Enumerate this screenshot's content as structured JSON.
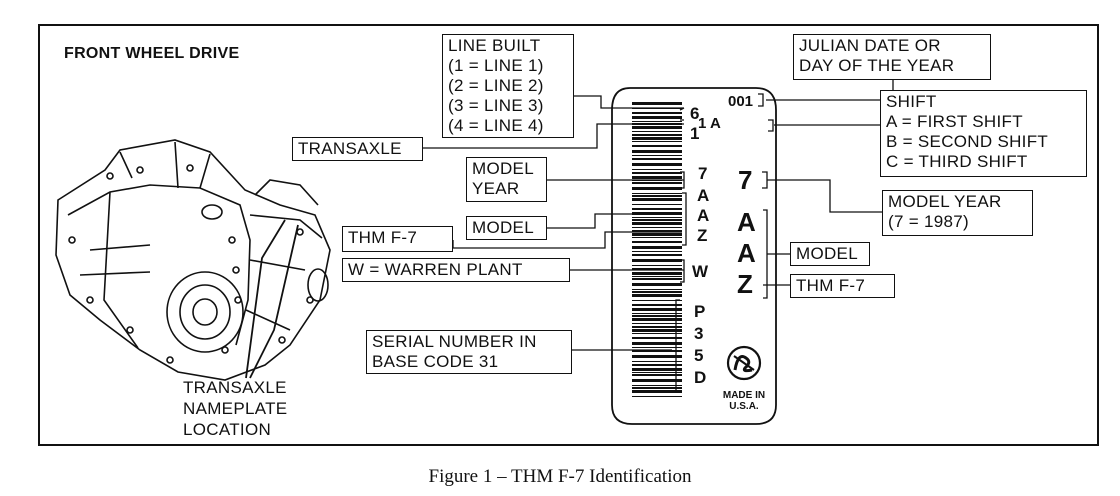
{
  "heading": "FRONT WHEEL DRIVE",
  "labels": {
    "line_built": [
      "LINE BUILT",
      "(1 = LINE 1)",
      "(2 = LINE 2)",
      "(3 = LINE 3)",
      "(4 = LINE 4)"
    ],
    "julian": [
      "JULIAN DATE OR",
      "DAY OF THE YEAR"
    ],
    "shift": [
      "SHIFT",
      "A = FIRST SHIFT",
      "B = SECOND SHIFT",
      "C = THIRD SHIFT"
    ],
    "transaxle": "TRANSAXLE",
    "model_year_left": [
      "MODEL",
      "YEAR"
    ],
    "model_left": "MODEL",
    "thm_left": "THM F-7",
    "warren": "W = WARREN PLANT",
    "model_year_right": [
      "MODEL YEAR",
      "(7 = 1987)"
    ],
    "model_right": "MODEL",
    "thm_right": "THM F-7",
    "serial": [
      "SERIAL NUMBER IN",
      "BASE CODE 31"
    ],
    "nameplate_location": [
      "TRANSAXLE",
      "NAMEPLATE",
      "LOCATION"
    ]
  },
  "tag": {
    "day_code": "001",
    "shift_code": "1 A",
    "line_code": [
      "6",
      "1"
    ],
    "year_code": "7",
    "model_code": [
      "A",
      "A",
      "Z"
    ],
    "plant_code": "W",
    "serial_code": [
      "P",
      "3",
      "5",
      "D"
    ],
    "big_year": "7",
    "big_model": [
      "A",
      "A",
      "Z"
    ],
    "made_in": [
      "MADE IN",
      "U.S.A."
    ]
  },
  "caption": "Figure 1 – THM F-7 Identification"
}
